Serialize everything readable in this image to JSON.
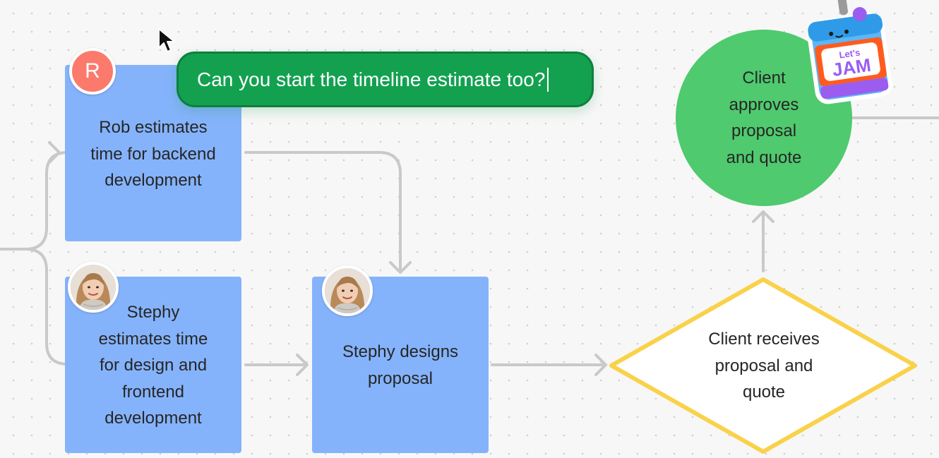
{
  "canvas": {
    "background": "#f7f7f7",
    "dot_color": "#cfcfcf"
  },
  "chat": {
    "message": "Can you start the timeline estimate too?"
  },
  "nodes": {
    "rob_task": {
      "lines": [
        "Rob estimates",
        "time for backend",
        "development"
      ],
      "color": "#85b3fb"
    },
    "stephy_estimate": {
      "lines": [
        "Stephy",
        "estimates time",
        "for design and",
        "frontend",
        "development"
      ],
      "color": "#85b3fb"
    },
    "stephy_design": {
      "lines": [
        "Stephy designs",
        "proposal"
      ],
      "color": "#85b3fb"
    },
    "client_receives": {
      "lines": [
        "Client receives",
        "proposal and",
        "quote"
      ],
      "color": "#f9d24a"
    },
    "client_approves": {
      "lines": [
        "Client",
        "approves",
        "proposal",
        "and quote"
      ],
      "color": "#4fca6e"
    }
  },
  "avatars": {
    "rob": {
      "initial": "R",
      "color": "#fb7a6c"
    },
    "stephy": {
      "icon": "person-photo-icon"
    }
  },
  "sticker": {
    "small_text": "Let's",
    "big_text": "JAM",
    "icon": "jam-jar-icon"
  },
  "colors": {
    "connector": "#c9c9c9",
    "chat_bg": "#13a150",
    "chat_border": "#0d7f3d"
  }
}
